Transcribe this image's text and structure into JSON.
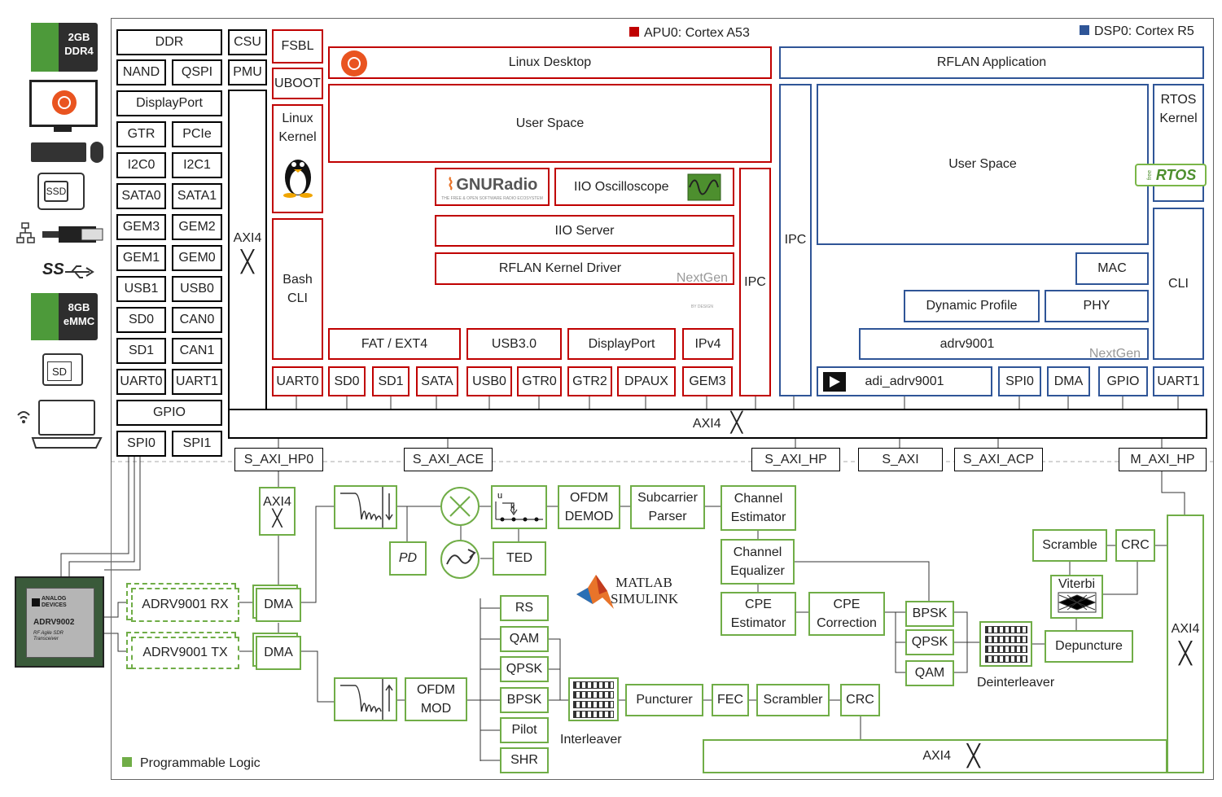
{
  "legend": {
    "apu": "APU0: Cortex A53",
    "dsp": "DSP0: Cortex R5",
    "pl": "Programmable Logic",
    "apu_color": "#c00000",
    "dsp_color": "#2f5597",
    "pl_color": "#70ad47"
  },
  "peripherals": {
    "ddr_chip": "2GB\nDDR4",
    "emmc_chip": "8GB\neMMC",
    "ssd": "SSD",
    "sd": "SD",
    "usb_ss": "SS",
    "adi_brand": "ANALOG\nDEVICES",
    "adi_part": "ADRV9002",
    "adi_sub": "RF Agile SDR\nTransceiver"
  },
  "ps": {
    "left_grid": [
      [
        "DDR"
      ],
      [
        "NAND",
        "QSPI"
      ],
      [
        "DisplayPort"
      ],
      [
        "GTR",
        "PCIe"
      ],
      [
        "I2C0",
        "I2C1"
      ],
      [
        "SATA0",
        "SATA1"
      ],
      [
        "GEM3",
        "GEM2"
      ],
      [
        "GEM1",
        "GEM0"
      ],
      [
        "USB1",
        "USB0"
      ],
      [
        "SD0",
        "CAN0"
      ],
      [
        "SD1",
        "CAN1"
      ],
      [
        "UART0",
        "UART1"
      ],
      [
        "GPIO"
      ],
      [
        "SPI0",
        "SPI1"
      ]
    ],
    "csu": "CSU",
    "pmu": "PMU",
    "axi4_vert": "AXI4",
    "axi4_horiz": "AXI4",
    "fsbl": "FSBL",
    "uboot": "UBOOT",
    "linux_kernel": "Linux\nKernel",
    "bash_cli": "Bash\nCLI",
    "apu_uart0": "UART0",
    "linux_desktop": "Linux Desktop",
    "user_space": "User Space",
    "gnuradio": "GNURadio",
    "gnuradio_sub": "THE FREE & OPEN SOFTWARE RADIO ECOSYSTEM",
    "iio_osc": "IIO Oscilloscope",
    "iio_server": "IIO Server",
    "rflan_driver": "RFLAN Kernel Driver",
    "nextgen": "NextGen",
    "nextgen_sub": "BY DESIGN",
    "fat": "FAT / EXT4",
    "usb3": "USB3.0",
    "dp": "DisplayPort",
    "ipv4": "IPv4",
    "ipc_apu": "IPC",
    "apu_ports": [
      "SD0",
      "SD1",
      "SATA",
      "USB0",
      "GTR0",
      "GTR2",
      "DPAUX",
      "GEM3"
    ],
    "rflan_app": "RFLAN Application",
    "ipc_dsp": "IPC",
    "dsp_user_space": "User Space",
    "rtos_kernel": "RTOS\nKernel",
    "freertos": "RTOS",
    "freertos_pre": "free",
    "mac": "MAC",
    "dsp_cli": "CLI",
    "dyn_profile": "Dynamic Profile",
    "phy": "PHY",
    "adrv9001": "adrv9001",
    "adi_adrv9001": "adi_adrv9001",
    "dsp_ports": [
      "SPI0",
      "DMA",
      "GPIO",
      "UART1"
    ]
  },
  "interfaces": [
    "S_AXI_HP0",
    "S_AXI_ACE",
    "S_AXI_HP",
    "S_AXI",
    "S_AXI_ACP",
    "M_AXI_HP"
  ],
  "pl": {
    "axi4_small": "AXI4",
    "adrv_rx": "ADRV9001 RX",
    "adrv_tx": "ADRV9001 TX",
    "dma": "DMA",
    "pd": "PD",
    "ted": "TED",
    "ted_u": "u",
    "ted_k": "k",
    "ofdm_demod": "OFDM\nDEMOD",
    "subcarrier": "Subcarrier\nParser",
    "channel_est": "Channel\nEstimator",
    "channel_eq": "Channel\nEqualizer",
    "cpe_est": "CPE\nEstimator",
    "cpe_corr": "CPE\nCorrection",
    "demap": [
      "BPSK",
      "QPSK",
      "QAM"
    ],
    "deinterleaver": "Deinterleaver",
    "scramble": "Scramble",
    "crc_rx": "CRC",
    "viterbi": "Viterbi",
    "depuncture": "Depuncture",
    "axi4_right": "AXI4",
    "axi4_bottom": "AXI4",
    "ofdm_mod": "OFDM\nMOD",
    "map": [
      "RS",
      "QAM",
      "QPSK",
      "BPSK",
      "Pilot",
      "SHR"
    ],
    "interleaver": "Interleaver",
    "puncturer": "Puncturer",
    "fec": "FEC",
    "scrambler": "Scrambler",
    "crc_tx": "CRC",
    "matlab": "MATLAB",
    "simulink": "SIMULINK"
  }
}
